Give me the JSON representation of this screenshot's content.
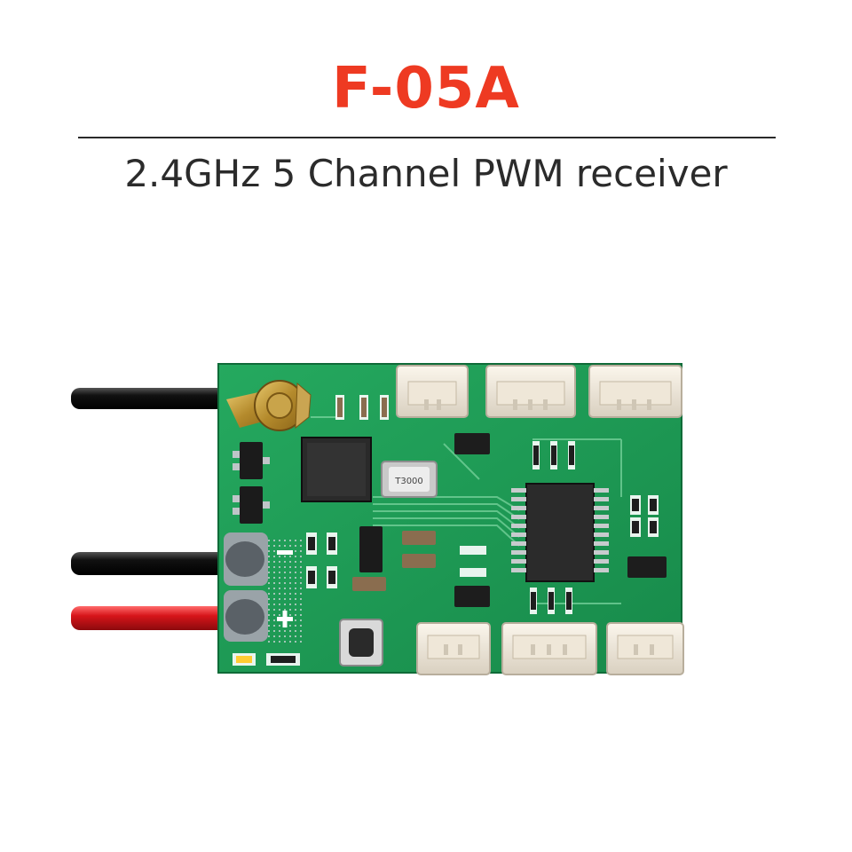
{
  "product": {
    "model": "F-05A",
    "description": "2.4GHz 5 Channel PWM receiver"
  },
  "board": {
    "crystal_marking": "T3000"
  },
  "colors": {
    "title": "#ee3a22",
    "pcb": "#1f9a55",
    "rule": "#2a2a2a",
    "subtitle": "#2b2b2b"
  }
}
